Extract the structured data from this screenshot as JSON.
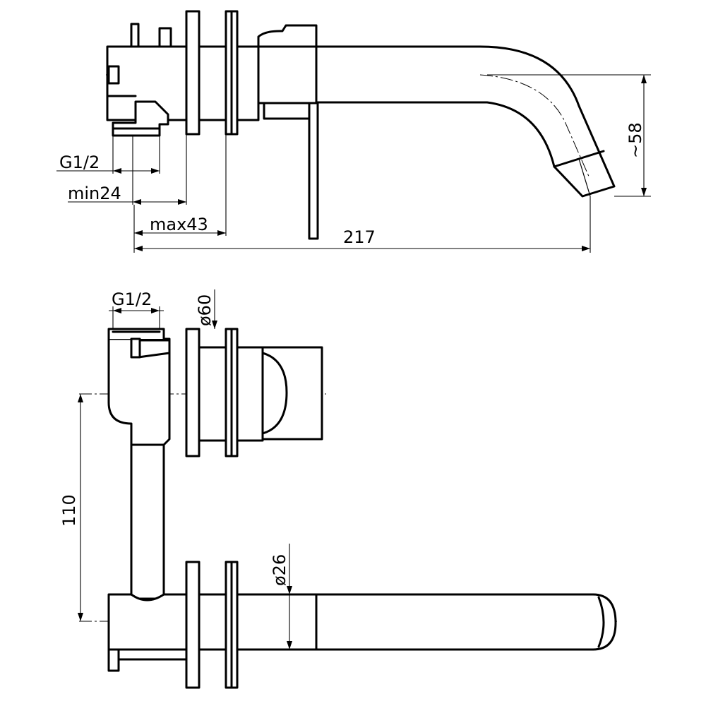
{
  "drawing": {
    "colors": {
      "line": "#000000",
      "background": "#ffffff"
    },
    "side_view": {
      "dimensions": {
        "thread": "G1/2",
        "min_depth": "min24",
        "max_depth": "max43",
        "projection": "217",
        "height": "~58"
      }
    },
    "top_view": {
      "dimensions": {
        "thread": "G1/2",
        "rosette_diameter": "ø60",
        "spacing": "110",
        "spout_diameter": "ø26"
      }
    }
  }
}
